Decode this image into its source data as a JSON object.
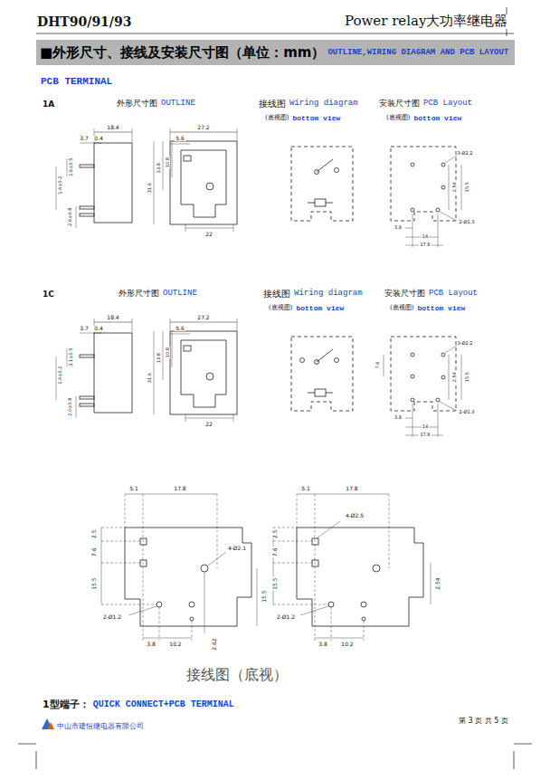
{
  "diagram": {
    "nodes": [
      {
        "text": [
          "■外形尺寸、接线及安装尺寸图（单位：mm）",
          "OUTLINE,WIRING DIAGRAM AND PCB LAYOUT"
        ]
      }
    ],
    "labels": [
      "DHT90/91/93",
      "Power relay大功率继电器",
      "PCB TERMINAL",
      "1A",
      "外形尺寸图",
      "OUTLINE",
      "接线图",
      "Wiring diagram",
      "安装尺寸图",
      "PCB Layout",
      "(底视图)",
      "bottom view",
      "(底视图)",
      "bottom view",
      "18.4",
      "3.7",
      "0.4",
      "1.6±0.5",
      "1.4±0.2",
      "2.6±0.8",
      "27.2",
      "5.6",
      "13.8",
      "10.8",
      "31.6",
      "22",
      "3-Ø2.2",
      "2.54",
      "15.5",
      "2-Ø1.3",
      "3.8",
      "14",
      "17.8",
      "1C",
      "外形尺寸图",
      "OUTLINE",
      "接线图",
      "Wiring diagram",
      "安装尺寸图",
      "PCB Layout",
      "(底视图)",
      "bottom view",
      "(底视图)",
      "bottom view",
      "18.4",
      "3.7",
      "0.4",
      "3.1±0.5",
      "1.4±0.2",
      "2.0±0.8",
      "27.2",
      "5.6",
      "13.8",
      "10.8",
      "31.6",
      "22",
      "7.6",
      "3-Ø2.2",
      "2.54",
      "15.5",
      "2-Ø1.3",
      "3.8",
      "14",
      "17.8",
      "5.1",
      "17.8",
      "2.5",
      "7.6",
      "15.5",
      "4-Ø2.1",
      "2-Ø1.2",
      "15.5",
      "3.8",
      "10.2",
      "2.62",
      "5.1",
      "17.8",
      "2.5",
      "7.6",
      "15.5",
      "4-Ø2.5",
      "2.54",
      "2-Ø1.2",
      "3.8",
      "10.2",
      "接线图（底视）",
      "1型端子：",
      "QUICK CONNECT+PCB TERMINAL",
      "中山市建恒继电器有限公司",
      "第 3 页 共 5 页"
    ]
  }
}
